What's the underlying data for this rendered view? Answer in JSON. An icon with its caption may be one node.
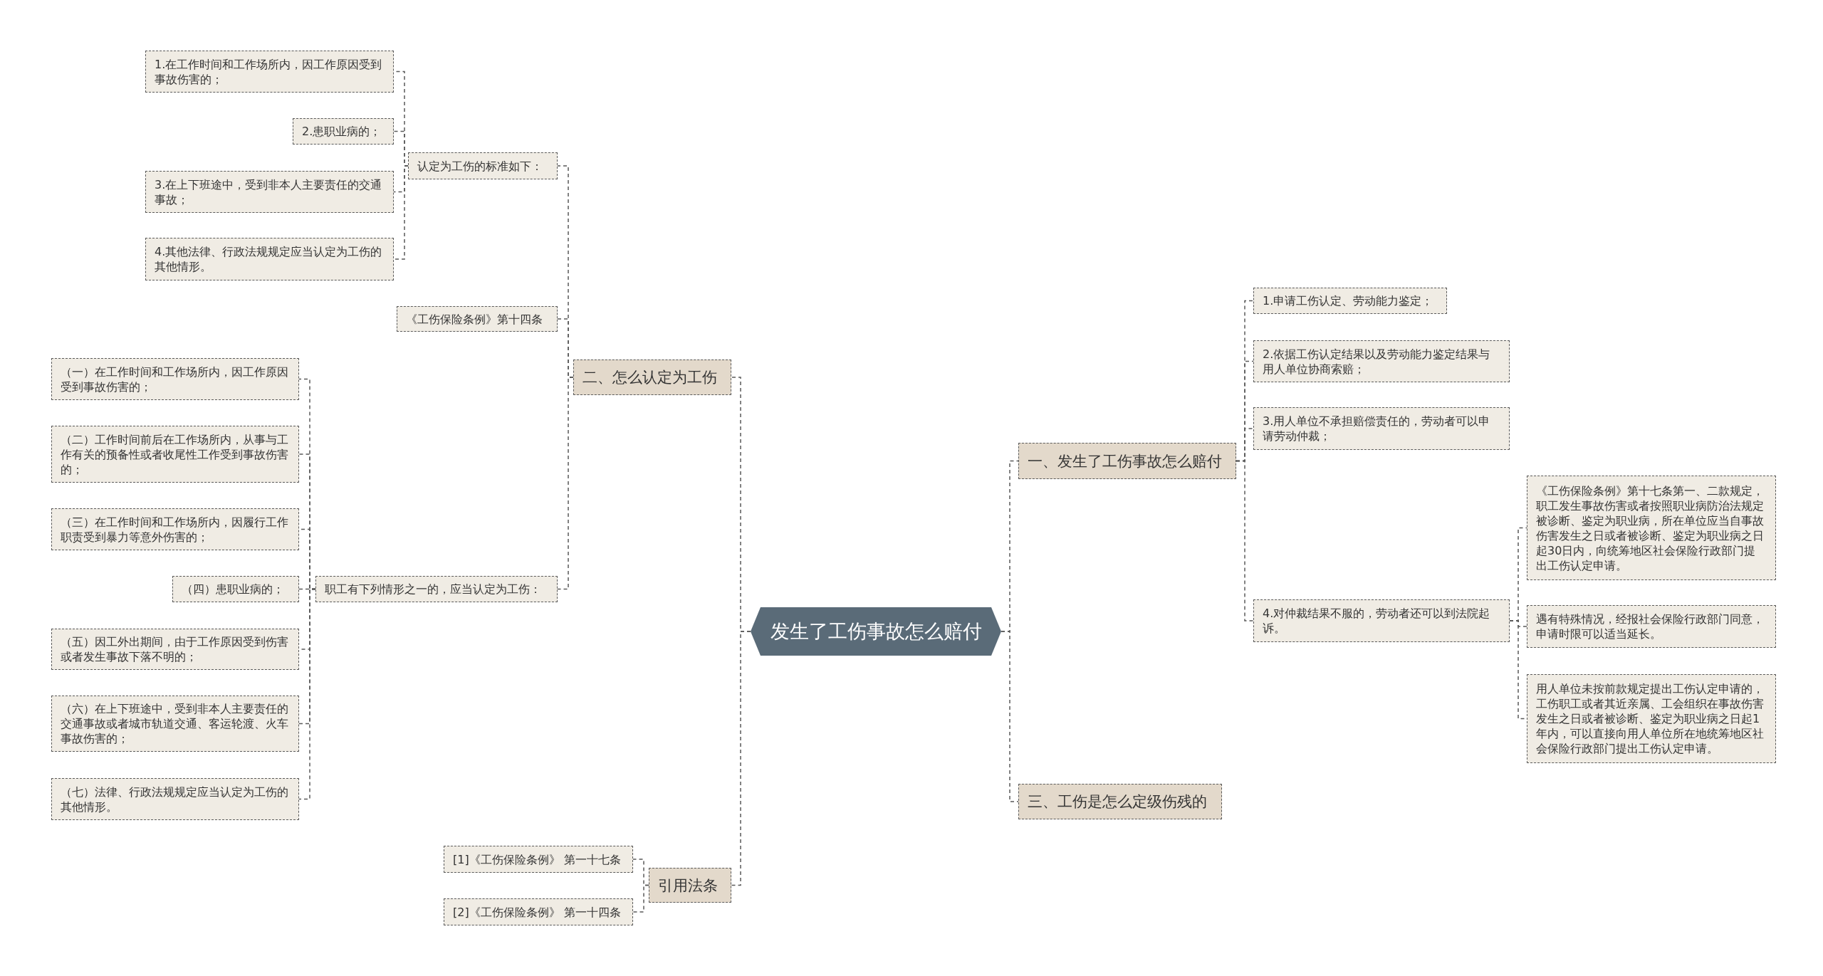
{
  "diagram": {
    "nodes": [
      {
        "text": [
          "发生了工伤事故怎么赔付"
        ]
      },
      {
        "text": [
          "一、发生了工伤事故怎么赔付"
        ]
      },
      {
        "text": [
          "1.申请工伤认定、劳动能力鉴定；"
        ]
      },
      {
        "text": [
          "2.依据工伤认定结果以及劳动能力鉴定结果与用人单位协商索赔；"
        ]
      },
      {
        "text": [
          "3.用人单位不承担赔偿责任的，劳动者可以申请劳动仲裁；"
        ]
      },
      {
        "text": [
          "4.对仲裁结果不服的，劳动者还可以到法院起诉。"
        ]
      },
      {
        "text": [
          "《工伤保险条例》第十七条第一、二款规定，职工发生事故伤害或者按照职业病防治法规定被诊断、鉴定为职业病，所在单位应当自事故伤害发生之日或者被诊断、鉴定为职业病之日起30日内，向统筹地区社会保险行政部门提出工伤认定申请。"
        ]
      },
      {
        "text": [
          "遇有特殊情况，经报社会保险行政部门同意，申请时限可以适当延长。"
        ]
      },
      {
        "text": [
          "用人单位未按前款规定提出工伤认定申请的，工伤职工或者其近亲属、工会组织在事故伤害发生之日或者被诊断、鉴定为职业病之日起1年内，可以直接向用人单位所在地统筹地区社会保险行政部门提出工伤认定申请。"
        ]
      },
      {
        "text": [
          "二、怎么认定为工伤"
        ]
      },
      {
        "text": [
          "认定为工伤的标准如下："
        ]
      },
      {
        "text": [
          "1.在工作时间和工作场所内，因工作原因受到事故伤害的；"
        ]
      },
      {
        "text": [
          "2.患职业病的；"
        ]
      },
      {
        "text": [
          "3.在上下班途中，受到非本人主要责任的交通事故；"
        ]
      },
      {
        "text": [
          "4.其他法律、行政法规规定应当认定为工伤的其他情形。"
        ]
      },
      {
        "text": [
          "《工伤保险条例》第十四条"
        ]
      },
      {
        "text": [
          "职工有下列情形之一的，应当认定为工伤："
        ]
      },
      {
        "text": [
          "（一）在工作时间和工作场所内，因工作原因受到事故伤害的；"
        ]
      },
      {
        "text": [
          "（二）工作时间前后在工作场所内，从事与工作有关的预备性或者收尾性工作受到事故伤害的；"
        ]
      },
      {
        "text": [
          "（三）在工作时间和工作场所内，因履行工作职责受到暴力等意外伤害的；"
        ]
      },
      {
        "text": [
          "（四）患职业病的；"
        ]
      },
      {
        "text": [
          "（五）因工外出期间，由于工作原因受到伤害或者发生事故下落不明的；"
        ]
      },
      {
        "text": [
          "（六）在上下班途中，受到非本人主要责任的交通事故或者城市轨道交通、客运轮渡、火车事故伤害的；"
        ]
      },
      {
        "text": [
          "（七）法律、行政法规规定应当认定为工伤的其他情形。"
        ]
      },
      {
        "text": [
          "三、工伤是怎么定级伤残的"
        ]
      },
      {
        "text": [
          "引用法条"
        ]
      },
      {
        "text": [
          "[1]《工伤保险条例》 第一十七条"
        ]
      },
      {
        "text": [
          "[2]《工伤保险条例》 第一十四条"
        ]
      }
    ],
    "edges": [
      {
        "from": 0,
        "to": 1,
        "arrow": "none"
      },
      {
        "from": 1,
        "to": 2,
        "arrow": "none"
      },
      {
        "from": 1,
        "to": 3,
        "arrow": "none"
      },
      {
        "from": 1,
        "to": 4,
        "arrow": "none"
      },
      {
        "from": 1,
        "to": 5,
        "arrow": "none"
      },
      {
        "from": 5,
        "to": 6,
        "arrow": "none"
      },
      {
        "from": 5,
        "to": 7,
        "arrow": "none"
      },
      {
        "from": 5,
        "to": 8,
        "arrow": "none"
      },
      {
        "from": 0,
        "to": 9,
        "arrow": "none"
      },
      {
        "from": 9,
        "to": 10,
        "arrow": "none"
      },
      {
        "from": 10,
        "to": 11,
        "arrow": "none"
      },
      {
        "from": 10,
        "to": 12,
        "arrow": "none"
      },
      {
        "from": 10,
        "to": 13,
        "arrow": "none"
      },
      {
        "from": 10,
        "to": 14,
        "arrow": "none"
      },
      {
        "from": 9,
        "to": 15,
        "arrow": "none"
      },
      {
        "from": 9,
        "to": 16,
        "arrow": "none"
      },
      {
        "from": 16,
        "to": 17,
        "arrow": "none"
      },
      {
        "from": 16,
        "to": 18,
        "arrow": "none"
      },
      {
        "from": 16,
        "to": 19,
        "arrow": "none"
      },
      {
        "from": 16,
        "to": 20,
        "arrow": "none"
      },
      {
        "from": 16,
        "to": 21,
        "arrow": "none"
      },
      {
        "from": 16,
        "to": 22,
        "arrow": "none"
      },
      {
        "from": 16,
        "to": 23,
        "arrow": "none"
      },
      {
        "from": 0,
        "to": 24,
        "arrow": "none"
      },
      {
        "from": 0,
        "to": 25,
        "arrow": "none"
      },
      {
        "from": 25,
        "to": 26,
        "arrow": "none"
      },
      {
        "from": 25,
        "to": 27,
        "arrow": "none"
      }
    ]
  }
}
